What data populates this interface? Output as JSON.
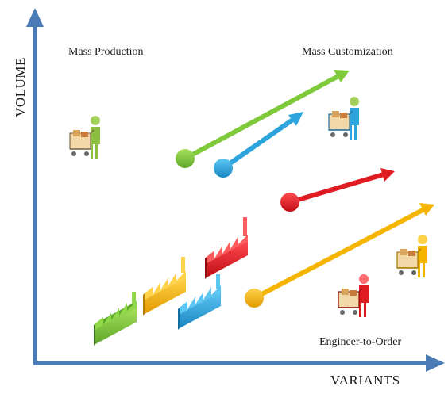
{
  "axes": {
    "y_label": "VOLUME",
    "x_label": "VARIANTS"
  },
  "regions": {
    "mass_production": "Mass Production",
    "mass_customization": "Mass Customization",
    "engineer_to_order": "Engineer-to-Order"
  },
  "colors": {
    "axis": "#4a7bb5",
    "green": "#7fca3a",
    "blue": "#2da4dc",
    "red": "#e01b22",
    "yellow": "#f4b400",
    "person": "#8cbf3f"
  },
  "arrows": [
    "green",
    "blue",
    "red",
    "yellow"
  ],
  "factories": [
    "green",
    "yellow",
    "blue",
    "red"
  ],
  "shoppers": [
    "green",
    "blue",
    "yellow",
    "red"
  ],
  "icons": [
    "factory-icon",
    "shopping-cart-icon",
    "shopper-icon"
  ]
}
